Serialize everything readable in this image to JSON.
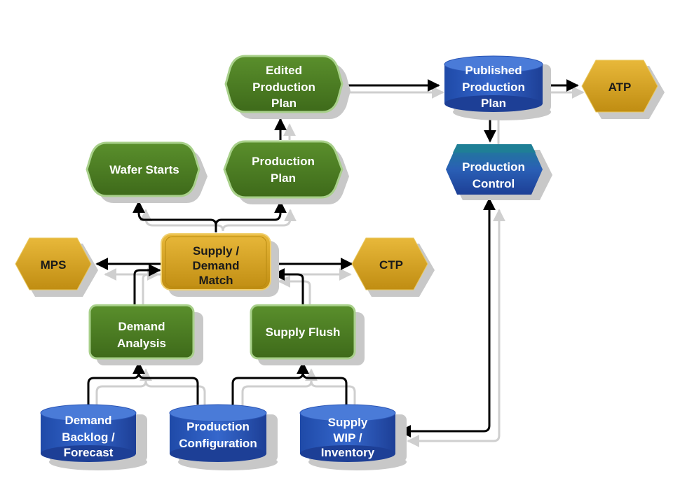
{
  "nodes": {
    "edited_plan": [
      "Edited",
      "Production",
      "Plan"
    ],
    "published_plan": [
      "Published",
      "Production",
      "Plan"
    ],
    "atp": [
      "ATP"
    ],
    "wafer_starts": [
      "Wafer Starts"
    ],
    "production_plan": [
      "Production",
      "Plan"
    ],
    "production_control": [
      "Production",
      "Control"
    ],
    "mps": [
      "MPS"
    ],
    "supply_demand_match": [
      "Supply /",
      "Demand",
      "Match"
    ],
    "ctp": [
      "CTP"
    ],
    "demand_analysis": [
      "Demand",
      "Analysis"
    ],
    "supply_flush": [
      "Supply Flush"
    ],
    "demand_backlog": [
      "Demand",
      "Backlog /",
      "Forecast"
    ],
    "production_configuration": [
      "Production",
      "Configuration"
    ],
    "supply_wip": [
      "Supply",
      "WIP /",
      "Inventory"
    ]
  },
  "colors": {
    "process_green": "#4e7d24",
    "process_green_border": "#a8d08a",
    "datastore_blue": "#2a55b5",
    "datastore_blue_top": "#4a7bd8",
    "output_gold": "#d9a520",
    "control_teal": "#1f6f8a",
    "connector_black": "#000000"
  }
}
